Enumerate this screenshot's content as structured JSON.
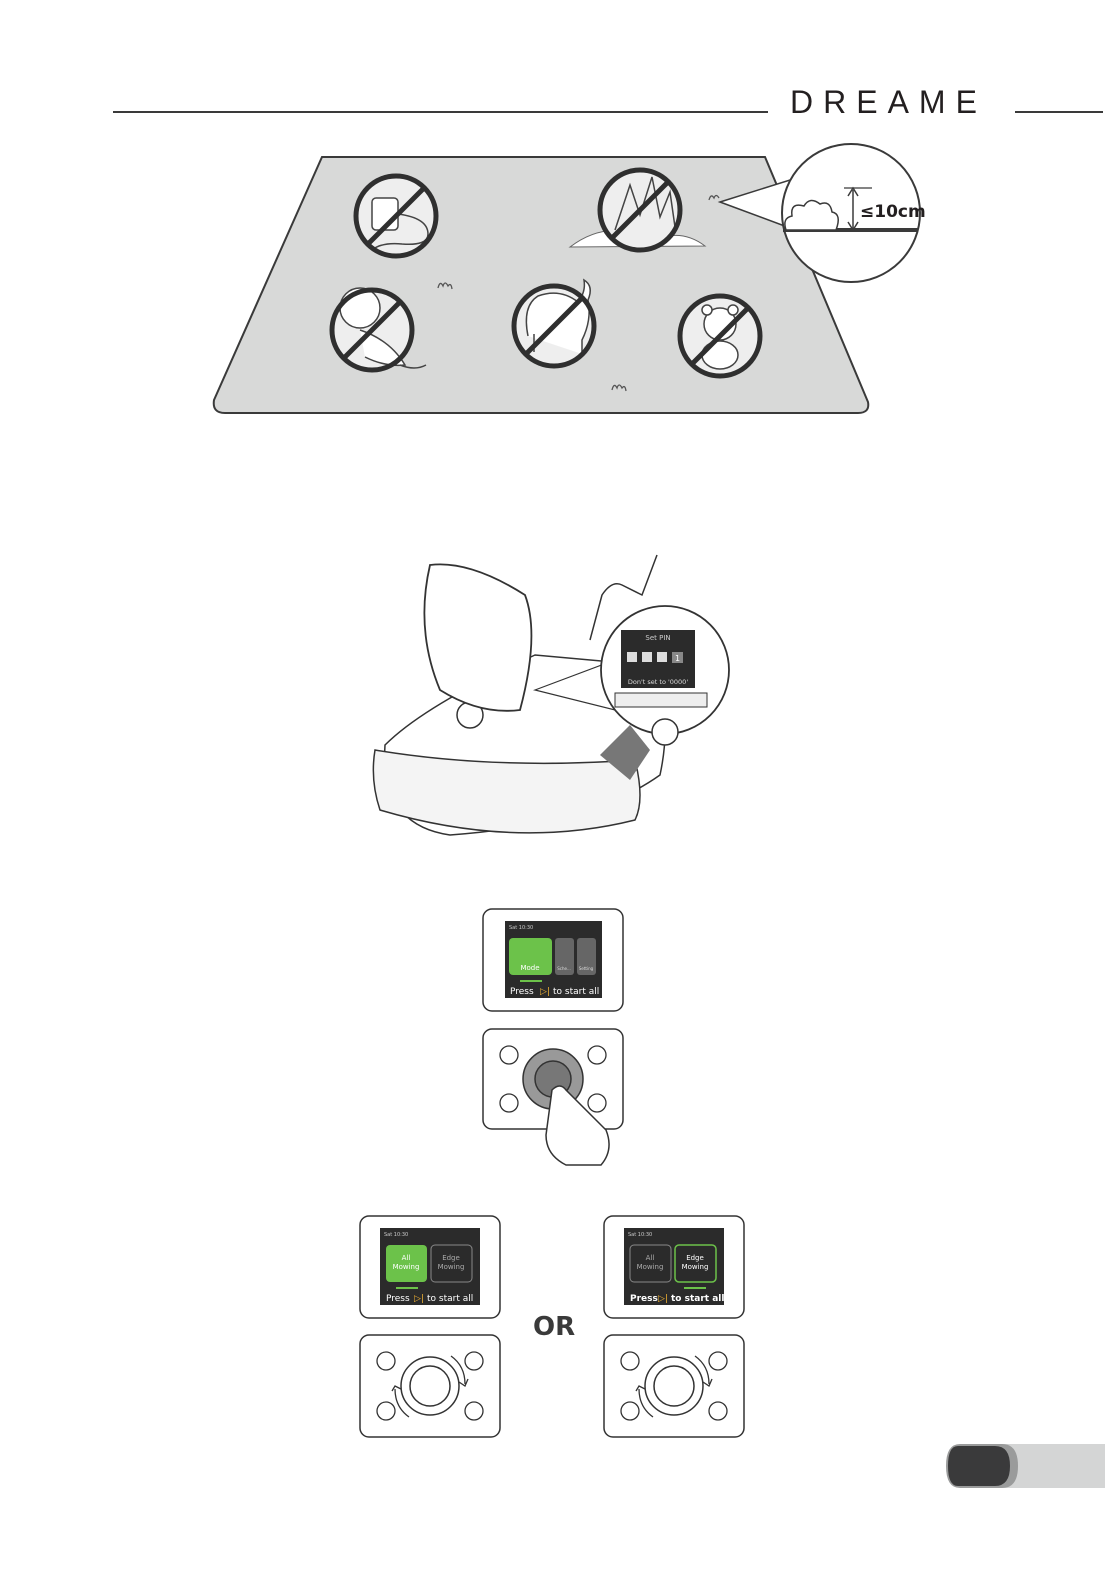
{
  "header": {
    "brand": "DREAME"
  },
  "lawn": {
    "height_callout": "≤10cm"
  },
  "pin_screen": {
    "title": "Set PIN",
    "digit": "1",
    "note": "Don't set to '0000'"
  },
  "menu_screen": {
    "time": "Sat 10:30",
    "items": [
      "Mode",
      "Sche...",
      "Setting"
    ],
    "prompt_prefix": "Press",
    "prompt_suffix": "to start all"
  },
  "all_screen": {
    "time": "Sat 10:30",
    "items": [
      "All\nMowing",
      "Edge\nMowing"
    ],
    "prompt_prefix": "Press",
    "prompt_suffix": "to start all"
  },
  "edge_screen": {
    "time": "Sat 10:30",
    "items": [
      "All\nMowing",
      "Edge\nMowing"
    ],
    "prompt_prefix": "Press",
    "prompt_suffix": "to start all"
  },
  "or_label": "OR",
  "colors": {
    "accent_green": "#6cc24a",
    "prompt_icon": "#f2b233",
    "lawn": "#d8d9d8",
    "screen": "#2b2b2b"
  }
}
